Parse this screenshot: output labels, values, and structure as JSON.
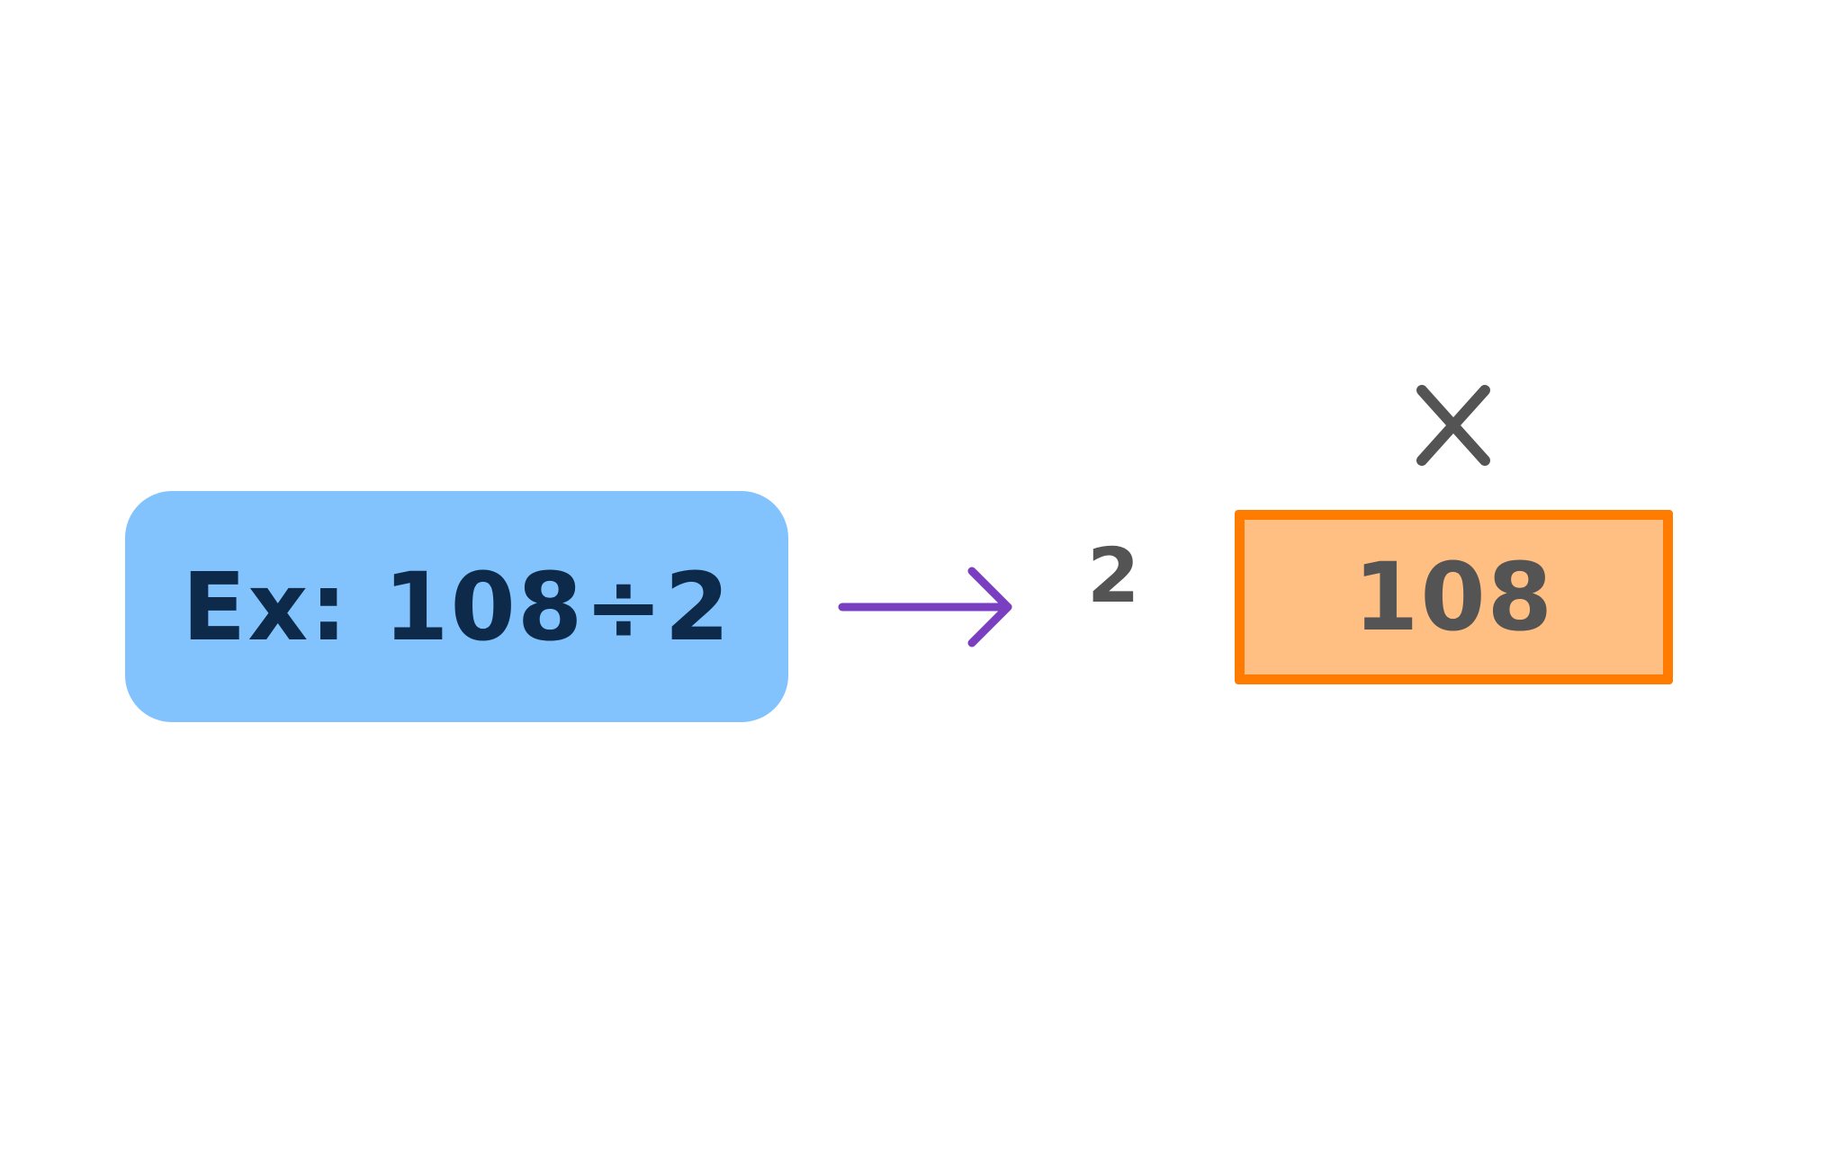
{
  "example": {
    "text": "Ex: 108÷2"
  },
  "result": {
    "divisor": "2",
    "dividend": "108",
    "operator_icon": "multiply-icon"
  },
  "colors": {
    "example_box_fill": "#82c3fd",
    "example_text": "#0d2a4b",
    "arrow": "#7a3fc0",
    "result_text": "#545454",
    "dividend_box_fill": "#ffbe82",
    "dividend_box_border": "#ff7c00"
  }
}
